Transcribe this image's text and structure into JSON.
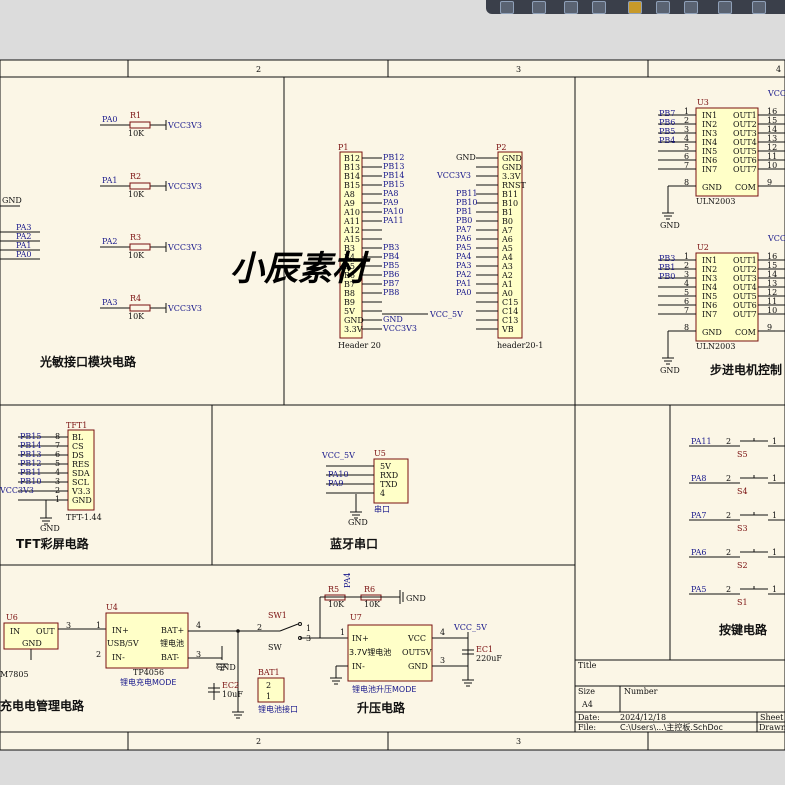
{
  "watermark": "小辰素材",
  "zones": {
    "top": [
      "2",
      "3",
      "4"
    ],
    "bottom": [
      "2",
      "3"
    ]
  },
  "titles": {
    "photo": "光敏接口模块电路",
    "stepper": "步进电机控制",
    "tft": "TFT彩屏电路",
    "bluetooth": "蓝牙串口",
    "charge": "充电电管理电路",
    "boost": "升压电路",
    "keys": "按键电路"
  },
  "photo": {
    "left_pins": [
      "PA3",
      "PA2",
      "PA1",
      "PA0"
    ],
    "left_gnd": "GND",
    "rows": [
      {
        "net": "PA0",
        "ref": "R1",
        "val": "10K",
        "vcc": "VCC3V3"
      },
      {
        "net": "PA1",
        "ref": "R2",
        "val": "10K",
        "vcc": "VCC3V3"
      },
      {
        "net": "PA2",
        "ref": "R3",
        "val": "10K",
        "vcc": "VCC3V3"
      },
      {
        "net": "PA3",
        "ref": "R4",
        "val": "10K",
        "vcc": "VCC3V3"
      }
    ]
  },
  "p1": {
    "ref": "P1",
    "name": "Header 20",
    "pins": [
      "B12",
      "B13",
      "B14",
      "B15",
      "A8",
      "A9",
      "A10",
      "A11",
      "A12",
      "A15",
      "B3",
      "B4",
      "B5",
      "B6",
      "B7",
      "B8",
      "B9",
      "5V",
      "GND",
      "3.3V"
    ],
    "nets": [
      "PB12",
      "PB13",
      "PB14",
      "PB15",
      "PA8",
      "PA9",
      "PA10",
      "PA11",
      "",
      "",
      "PB3",
      "PB4",
      "PB5",
      "PB6",
      "PB7",
      "PB8",
      "",
      "",
      "GND",
      "VCC3V3"
    ],
    "vcc_label": "VCC_5V"
  },
  "p2": {
    "ref": "P2",
    "name": "header20-1",
    "pins": [
      "GND",
      "GND",
      "3.3V",
      "RNST",
      "B11",
      "B10",
      "B1",
      "B0",
      "A7",
      "A6",
      "A5",
      "A4",
      "A3",
      "A2",
      "A1",
      "A0",
      "C15",
      "C14",
      "C13",
      "VB"
    ],
    "nets": [
      "GND",
      "",
      "VCC3V3",
      "",
      "PB11",
      "PB10",
      "PB1",
      "PB0",
      "PA7",
      "PA6",
      "PA5",
      "PA4",
      "PA3",
      "PA2",
      "PA1",
      "PA0",
      "",
      "",
      "",
      ""
    ]
  },
  "u3": {
    "ref": "U3",
    "name": "ULN2003",
    "in_nets": [
      "PB7",
      "PB6",
      "PB5",
      "PB4",
      "",
      "",
      ""
    ],
    "ins": [
      "IN1",
      "IN2",
      "IN3",
      "IN4",
      "IN5",
      "IN6",
      "IN7"
    ],
    "outs": [
      "OUT1",
      "OUT2",
      "OUT3",
      "OUT4",
      "OUT5",
      "OUT6",
      "OUT7"
    ],
    "lpins": [
      "1",
      "2",
      "3",
      "4",
      "5",
      "6",
      "7"
    ],
    "rpins": [
      "16",
      "15",
      "14",
      "13",
      "12",
      "11",
      "10"
    ],
    "gnd": "GND",
    "com": "COM",
    "gnd_pin": "8",
    "com_pin": "9",
    "vcc": "VCC"
  },
  "u2": {
    "ref": "U2",
    "name": "ULN2003",
    "in_nets": [
      "PB3",
      "PB1",
      "PB0",
      "",
      "",
      "",
      ""
    ],
    "ins": [
      "IN1",
      "IN2",
      "IN3",
      "IN4",
      "IN5",
      "IN6",
      "IN7"
    ],
    "outs": [
      "OUT1",
      "OUT2",
      "OUT3",
      "OUT4",
      "OUT5",
      "OUT6",
      "OUT7"
    ],
    "lpins": [
      "1",
      "2",
      "3",
      "4",
      "5",
      "6",
      "7"
    ],
    "rpins": [
      "16",
      "15",
      "14",
      "13",
      "12",
      "11",
      "10"
    ],
    "gnd": "GND",
    "com": "COM",
    "gnd_pin": "8",
    "com_pin": "9",
    "vcc": "VCC"
  },
  "tft": {
    "ref": "TFT1",
    "name": "TFT-1.44",
    "nets": [
      "PB15",
      "PB14",
      "PB13",
      "PB12",
      "PB11",
      "PB10",
      "VCC3V3",
      ""
    ],
    "pins": [
      "BL",
      "CS",
      "DS",
      "RES",
      "SDA",
      "SCL",
      "V3.3",
      "GND"
    ],
    "nums": [
      "8",
      "7",
      "6",
      "5",
      "4",
      "3",
      "2",
      "1"
    ],
    "gnd": "GND"
  },
  "u5": {
    "ref": "U5",
    "name": "串口",
    "vcc": "VCC_5V",
    "nets": [
      "",
      "PA10",
      "PA9",
      ""
    ],
    "pins": [
      "5V",
      "RXD",
      "TXD",
      "4"
    ],
    "gnd": "GND"
  },
  "keys": {
    "rows": [
      {
        "net": "PA11",
        "ref": "S5",
        "p1": "2",
        "p2": "1"
      },
      {
        "net": "PA8",
        "ref": "S4",
        "p1": "2",
        "p2": "1"
      },
      {
        "net": "PA7",
        "ref": "S3",
        "p1": "2",
        "p2": "1"
      },
      {
        "net": "PA6",
        "ref": "S2",
        "p1": "2",
        "p2": "1"
      },
      {
        "net": "PA5",
        "ref": "S1",
        "p1": "2",
        "p2": "1"
      }
    ]
  },
  "charge": {
    "u6": {
      "ref": "U6",
      "name": "M7805",
      "in": "IN",
      "out": "OUT",
      "gnd": "GND",
      "pin": "3"
    },
    "u4": {
      "ref": "U4",
      "name": "TP4056",
      "desc": "锂电充电MODE",
      "in_p": "IN+",
      "usb": "USB/5V",
      "in_n": "IN-",
      "bat_p": "BAT+",
      "bat_cn": "锂电池",
      "bat_n": "BAT-",
      "pin_l1": "1",
      "pin_l2": "2",
      "pin_r4": "4",
      "pin_r3": "3"
    },
    "ec2": {
      "ref": "EC2",
      "val": "10uF"
    },
    "bat1": {
      "ref": "BAT1",
      "name": "锂电池接口",
      "p2": "2",
      "p1": "1"
    },
    "sw1": {
      "ref": "SW1",
      "name": "SW",
      "p2": "2",
      "p1": "1",
      "p3": "3"
    },
    "gnd": "GND"
  },
  "boost": {
    "r5": {
      "ref": "R5",
      "val": "10K"
    },
    "r6": {
      "ref": "R6",
      "val": "10K"
    },
    "net_pa4": "PA4",
    "gnd": "GND",
    "u7": {
      "ref": "U7",
      "desc": "锂电池升压MODE",
      "in_p": "IN+",
      "bat": "3.7V锂电池",
      "in_n": "IN-",
      "vcc": "VCC",
      "out": "OUT5V",
      "gnd": "GND",
      "pin_l": "1",
      "pin_r4": "4",
      "pin_r3": "3"
    },
    "ec1": {
      "ref": "EC1",
      "val": "220uF"
    },
    "vcc": "VCC_5V"
  },
  "titleblock": {
    "title": "Title",
    "size_label": "Size",
    "size": "A4",
    "number_label": "Number",
    "date_label": "Date:",
    "date": "2024/12/18",
    "file_label": "File:",
    "file": "C:\\Users\\...\\主控板.SchDoc",
    "sheet": "Sheet",
    "drawn": "Drawn"
  }
}
